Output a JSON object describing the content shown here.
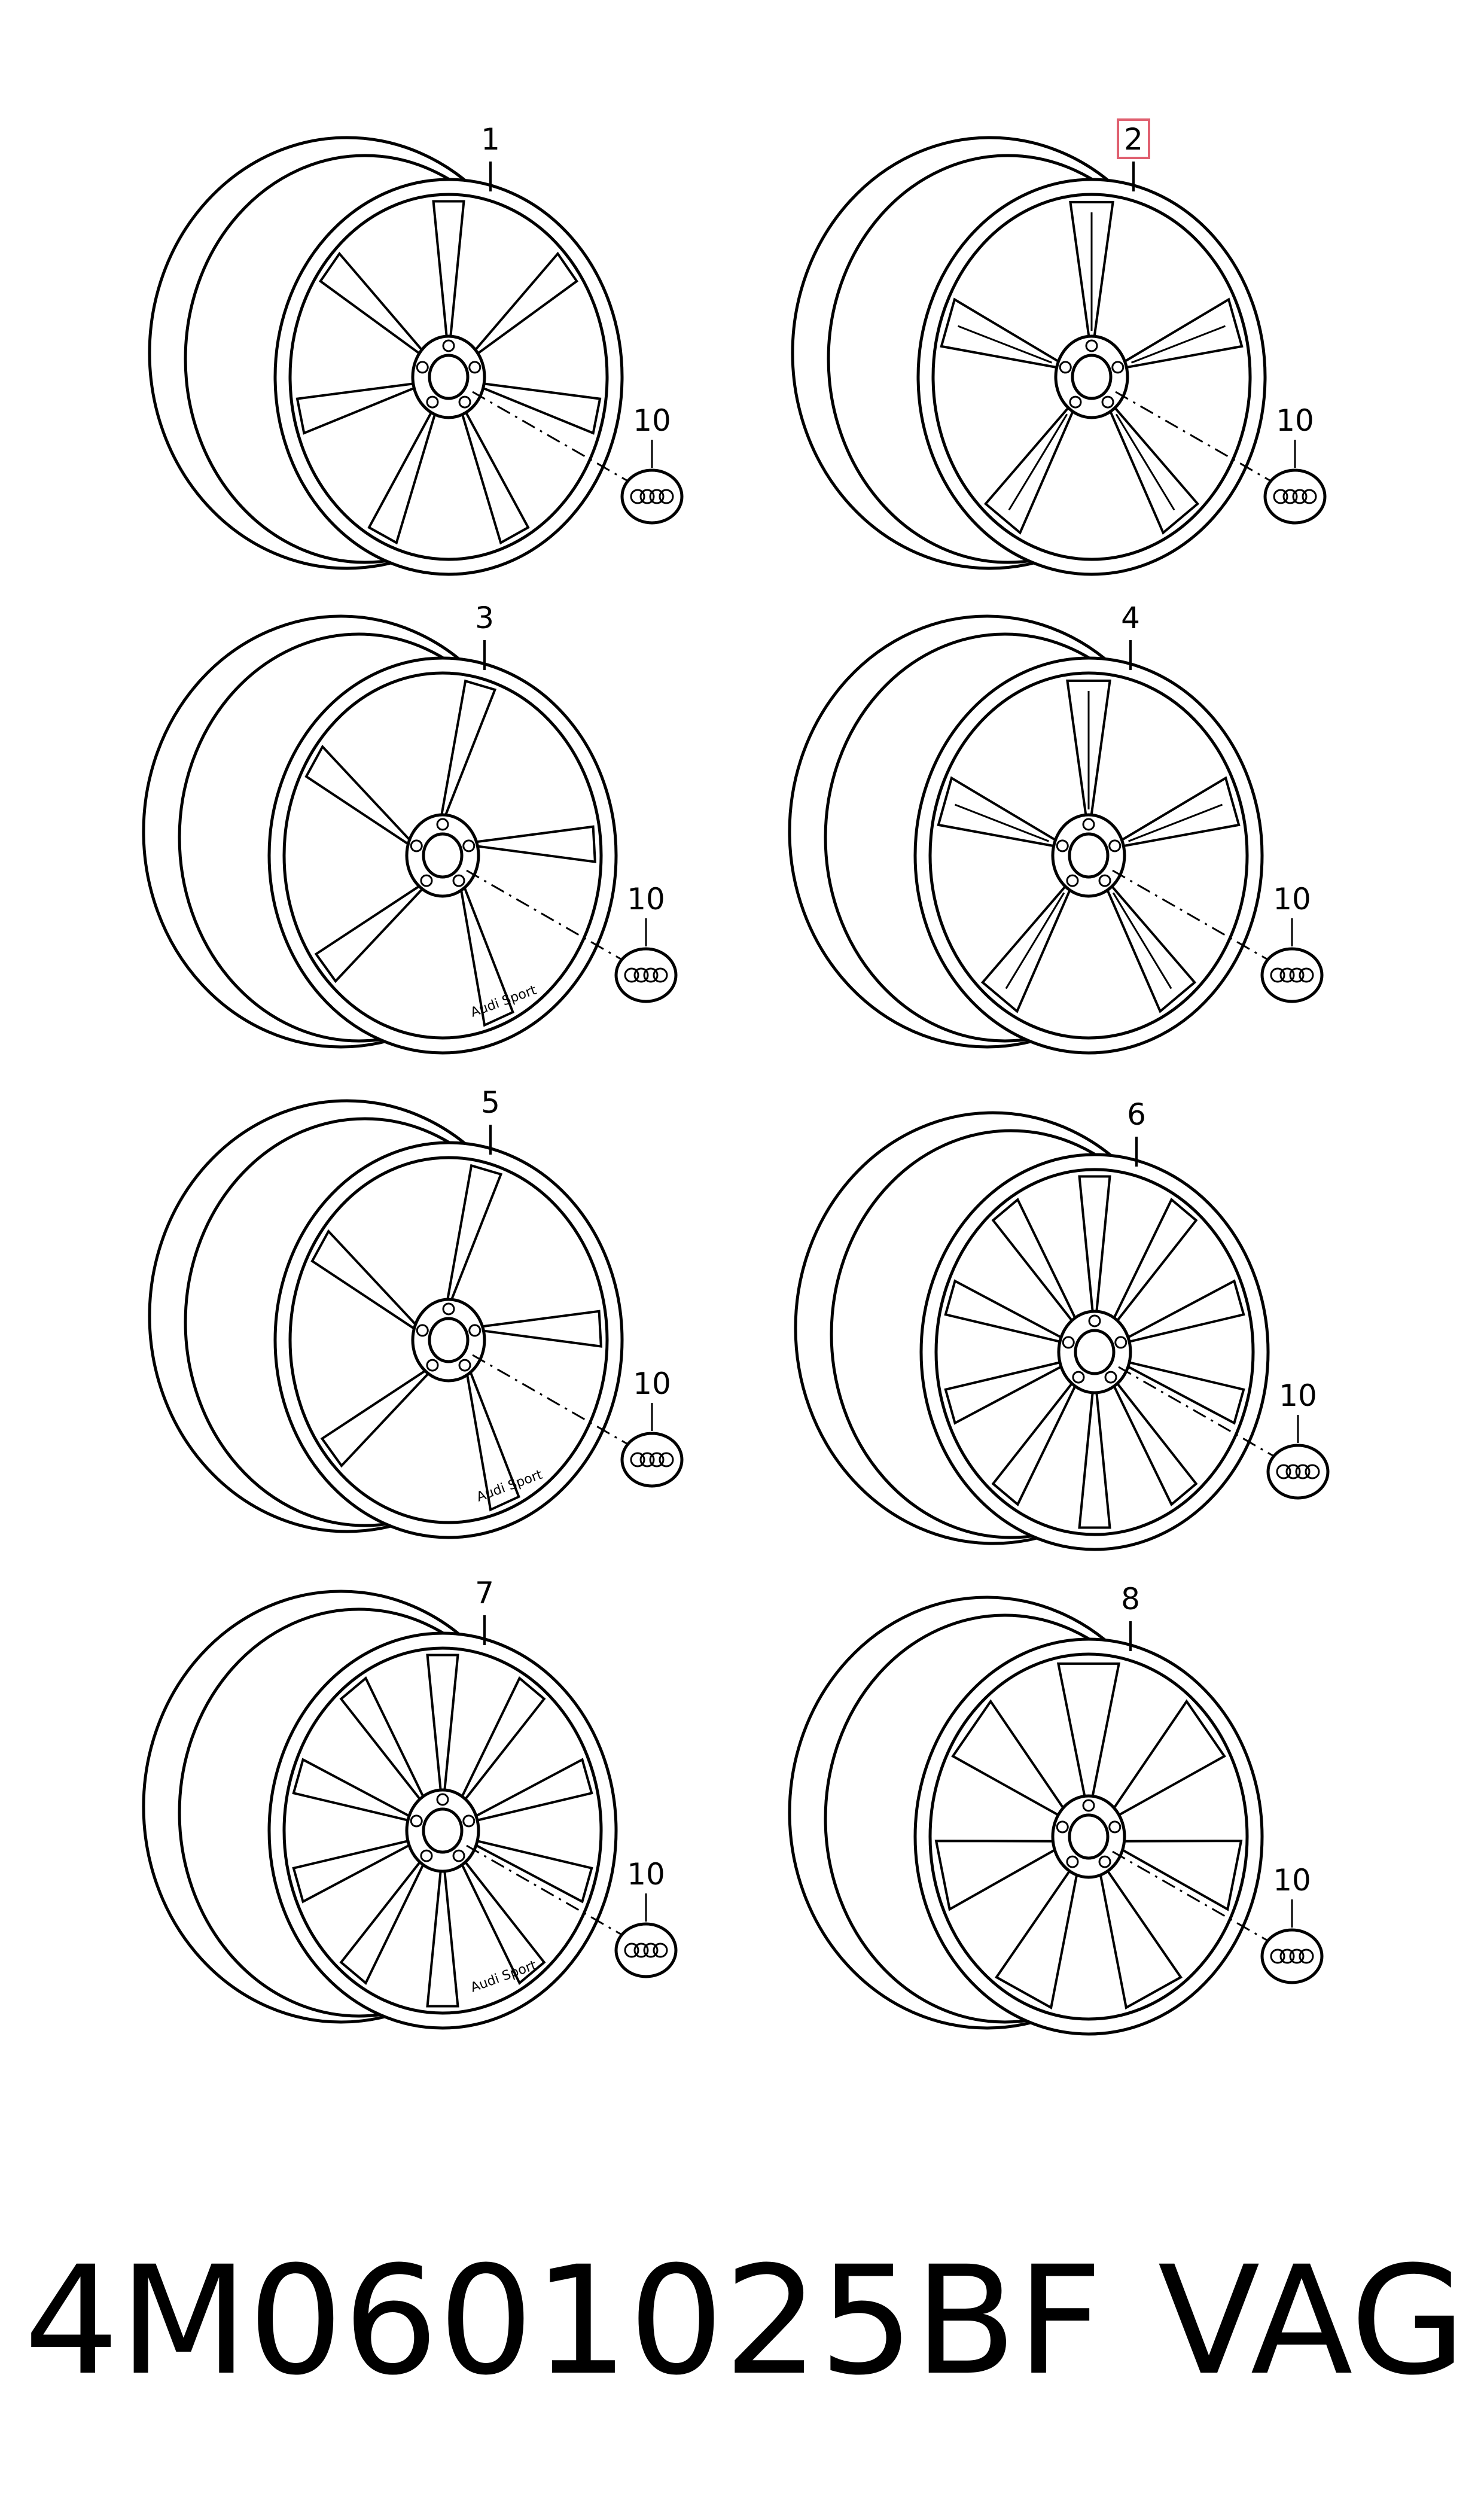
{
  "diagram": {
    "cap_label": "10",
    "wheels": [
      {
        "label": "1",
        "highlighted": false,
        "spokes": 7,
        "style": "plain",
        "text": ""
      },
      {
        "label": "2",
        "highlighted": true,
        "spokes": 5,
        "style": "double",
        "text": ""
      },
      {
        "label": "3",
        "highlighted": false,
        "spokes": 5,
        "style": "twisted",
        "text": "Audi Sport"
      },
      {
        "label": "4",
        "highlighted": false,
        "spokes": 5,
        "style": "double",
        "text": ""
      },
      {
        "label": "5",
        "highlighted": false,
        "spokes": 5,
        "style": "twisted",
        "text": "Audi Sport"
      },
      {
        "label": "6",
        "highlighted": false,
        "spokes": 10,
        "style": "plain",
        "text": ""
      },
      {
        "label": "7",
        "highlighted": false,
        "spokes": 10,
        "style": "plain",
        "text": "Audi Sport"
      },
      {
        "label": "8",
        "highlighted": false,
        "spokes": 7,
        "style": "mesh",
        "text": ""
      }
    ]
  },
  "footer": {
    "part_number": "4M0601025BF",
    "brand": "VAG"
  },
  "colors": {
    "line": "#000000",
    "highlight_box": "#e06070",
    "background": "#ffffff"
  }
}
